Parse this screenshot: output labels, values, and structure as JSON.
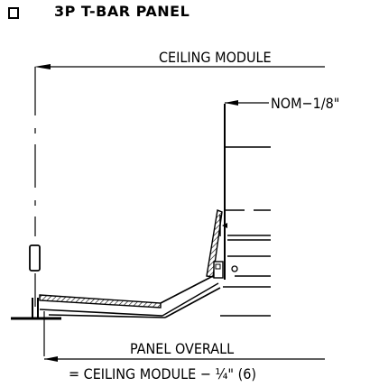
{
  "header": {
    "title": "3P T-BAR PANEL"
  },
  "dimensions": {
    "ceiling_module": "CEILING MODULE",
    "nominal_offset": "NOM−1/8\"",
    "panel_overall": "PANEL OVERALL",
    "panel_formula": "= CEILING MODULE − ¼\" (6)"
  }
}
